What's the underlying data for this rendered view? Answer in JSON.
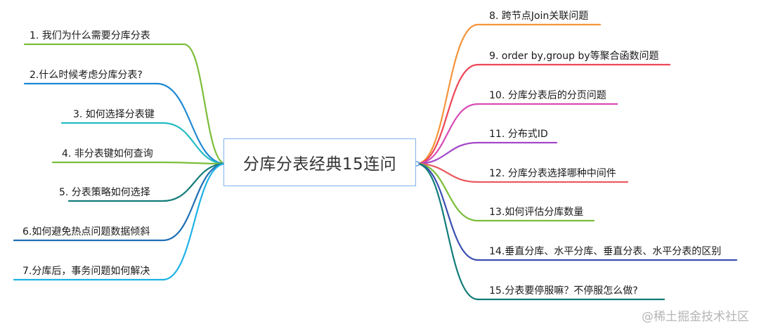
{
  "center_title": "分库分表经典15连问",
  "watermark": "@稀土掘金技术社区",
  "left_topics": [
    {
      "label": "1. 我们为什么需要分库分表",
      "color": "#7cbe3a"
    },
    {
      "label": "2.什么时候考虑分库分表?",
      "color": "#1e88d2"
    },
    {
      "label": "3. 如何选择分表键",
      "color": "#23bcc4"
    },
    {
      "label": "4. 非分表键如何查询",
      "color": "#7cbe3a"
    },
    {
      "label": "5.  分表策略如何选择",
      "color": "#137d79"
    },
    {
      "label": "6.如何避免热点问题数据倾斜",
      "color": "#1e6fb5"
    },
    {
      "label": "7.分库后，事务问题如何解决",
      "color": "#1eb2e6"
    }
  ],
  "right_topics": [
    {
      "label": "8. 跨节点Join关联问题",
      "color": "#f5953a"
    },
    {
      "label": "9. order by,group by等聚合函数问题",
      "color": "#ec4655"
    },
    {
      "label": "10. 分库分表后的分页问题",
      "color": "#d64bb7"
    },
    {
      "label": "11. 分布式ID",
      "color": "#a448c8"
    },
    {
      "label": "12. 分库分表选择哪种中间件",
      "color": "#ec5a5f"
    },
    {
      "label": "13.如何评估分库数量",
      "color": "#7cbe3a"
    },
    {
      "label": "14.垂直分库、水平分库、垂直分表、水平分表的区别",
      "color": "#3b4fb0"
    },
    {
      "label": "15.分表要停服嘛？不停服怎么做?",
      "color": "#137d79"
    }
  ]
}
